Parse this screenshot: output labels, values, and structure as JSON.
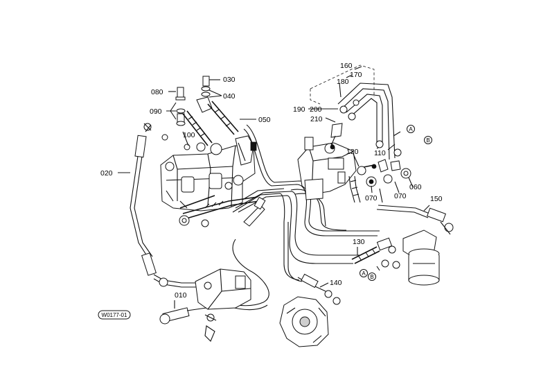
{
  "diagram": {
    "part_numbers": {
      "p010": "010",
      "p020": "020",
      "p030": "030",
      "p040": "040",
      "p050": "050",
      "p060": "060",
      "p070a": "070",
      "p070b": "070",
      "p080": "080",
      "p090": "090",
      "p100": "100",
      "p110": "110",
      "p120": "120",
      "p130": "130",
      "p140": "140",
      "p150": "150",
      "p160": "160",
      "p170": "170",
      "p180": "180",
      "p190": "190",
      "p200": "200",
      "p210": "210"
    },
    "reference_markers": {
      "a1": "A",
      "b1": "B",
      "a2": "A",
      "b2": "B"
    },
    "drawing_code": "W0177-01"
  }
}
